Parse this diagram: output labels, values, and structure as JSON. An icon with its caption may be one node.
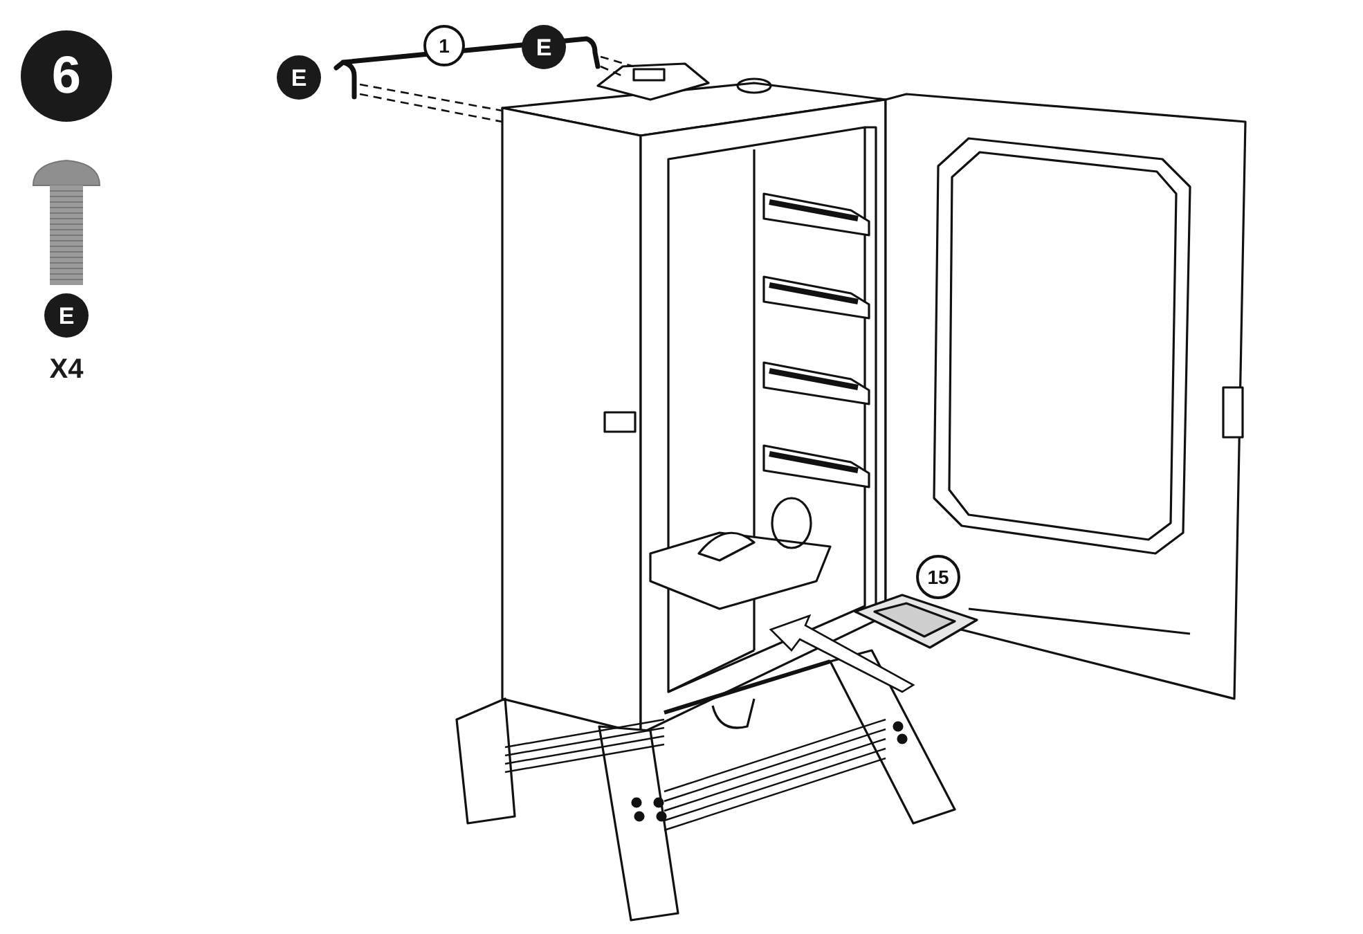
{
  "diagram": {
    "nodes": [
      {
        "text": [
          "6"
        ]
      },
      {
        "text": [
          "E"
        ],
        "beside": [
          "X4"
        ]
      },
      {
        "text": [
          "1"
        ]
      },
      {
        "text": [
          "E"
        ]
      },
      {
        "text": [
          "E"
        ]
      },
      {
        "text": [
          "15"
        ]
      }
    ]
  }
}
